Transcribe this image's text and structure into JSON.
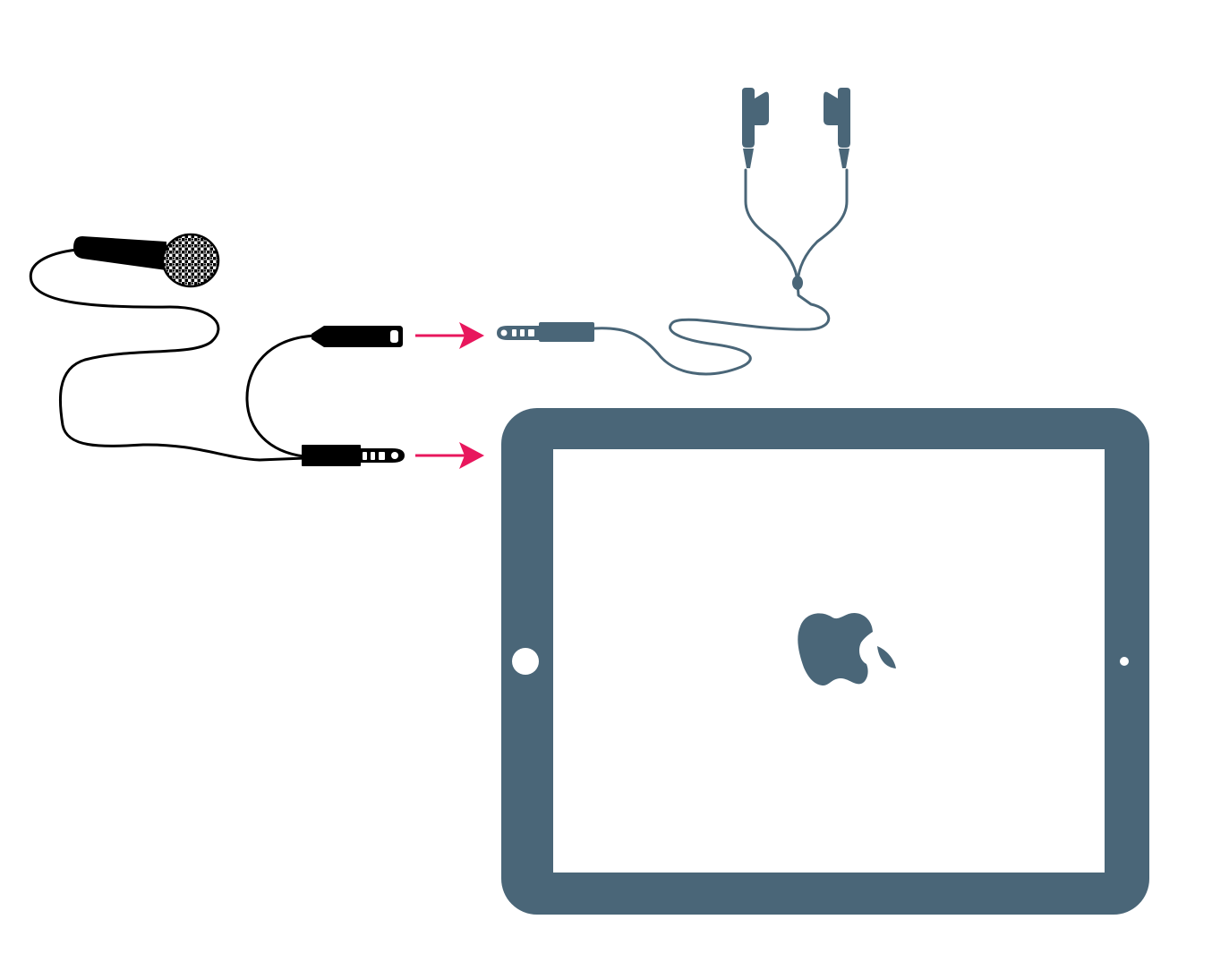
{
  "colors": {
    "device": "#4a6678",
    "black": "#000000",
    "arrow": "#e8175d",
    "screen": "#ffffff",
    "background": "#ffffff"
  },
  "items": [
    {
      "name": "microphone",
      "icon": "microphone-icon"
    },
    {
      "name": "splitter-cable",
      "icon": "y-splitter-icon"
    },
    {
      "name": "earphones",
      "icon": "earphones-icon"
    },
    {
      "name": "tablet",
      "icon": "ipad-icon"
    },
    {
      "name": "logo",
      "icon": "apple-logo-icon"
    }
  ],
  "connections": [
    {
      "from": "splitter-female-socket",
      "to": "earphone-plug"
    },
    {
      "from": "splitter-male-plug",
      "to": "tablet"
    }
  ]
}
